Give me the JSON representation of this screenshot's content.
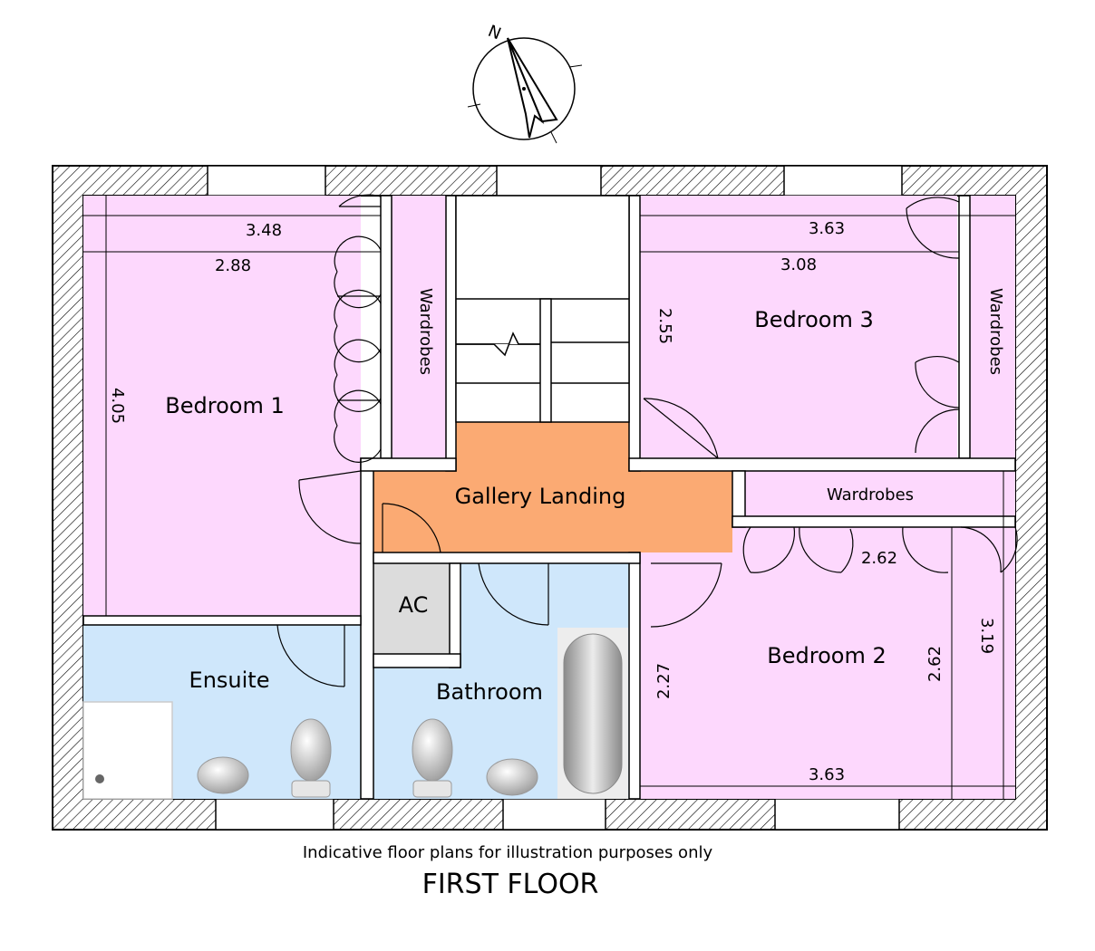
{
  "rooms": {
    "bedroom1": "Bedroom 1",
    "bedroom2": "Bedroom 2",
    "bedroom3": "Bedroom 3",
    "gallery_landing": "Gallery Landing",
    "ac": "AC",
    "ensuite": "Ensuite",
    "bathroom": "Bathroom",
    "wardrobes_bed1": "Wardrobes",
    "wardrobes_bed3": "Wardrobes",
    "wardrobes_bed2": "Wardrobes"
  },
  "dimensions": {
    "bed1_width_outer": "3.48",
    "bed1_width_inner": "2.88",
    "bed1_depth": "4.05",
    "bed3_width_outer": "3.63",
    "bed3_width_inner": "3.08",
    "bed3_depth": "2.55",
    "bed2_width_top": "2.62",
    "bed2_width_bottom": "3.63",
    "bed2_depth_left": "2.27",
    "bed2_depth_inner": "2.62",
    "bed2_depth_outer": "3.19"
  },
  "compass": {
    "north_label": "N"
  },
  "caption": {
    "disclaimer": "Indicative floor plans for illustration purposes only",
    "floor": "FIRST FLOOR"
  },
  "colors": {
    "bedroom": "#fdd8fd",
    "wet_room": "#cfe7fb",
    "landing": "#fbaa73",
    "ac": "#dcdcdc",
    "wall": "#000000"
  }
}
